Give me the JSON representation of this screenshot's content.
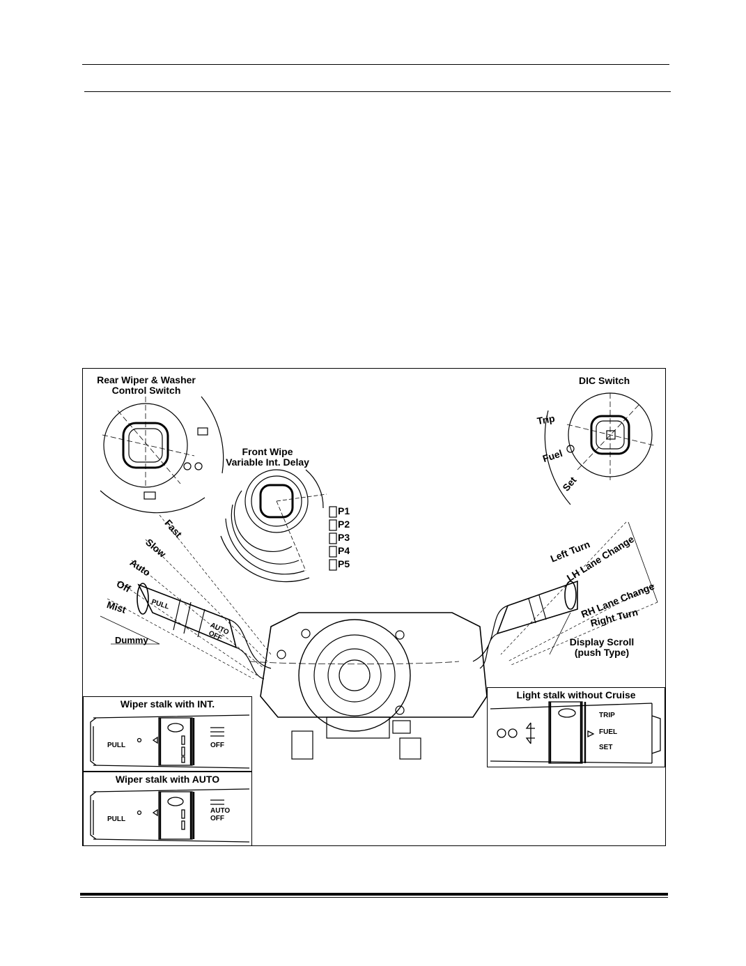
{
  "diagram": {
    "labels": {
      "rear_wiper": [
        "Rear Wiper & Washer",
        "Control Switch"
      ],
      "dic_switch": "DIC Switch",
      "front_wipe": [
        "Front Wipe",
        "Variable Int. Delay"
      ],
      "positions": [
        "P1",
        "P2",
        "P3",
        "P4",
        "P5"
      ],
      "wiper_modes": [
        "Fast",
        "Slow",
        "Auto",
        "Off",
        "Mist"
      ],
      "dummy": "Dummy",
      "dic_modes": [
        "Trip",
        "Fuel",
        "Set"
      ],
      "turn": [
        "Left Turn",
        "LH Lane Change",
        "RH Lane Change",
        "Right Turn"
      ],
      "display_scroll": [
        "Display Scroll",
        "(push Type)"
      ],
      "stalk_pull": "PULL",
      "stalk_auto": "AUTO",
      "stalk_off": "OFF"
    },
    "insets": {
      "wiper_int": {
        "title": "Wiper stalk with INT.",
        "pull": "PULL",
        "off": "OFF"
      },
      "wiper_auto": {
        "title": "Wiper stalk with AUTO",
        "pull": "PULL",
        "auto": "AUTO",
        "off": "OFF"
      },
      "light": {
        "title": "Light stalk without Cruise",
        "items": [
          "TRIP",
          "FUEL",
          "SET"
        ]
      }
    }
  }
}
